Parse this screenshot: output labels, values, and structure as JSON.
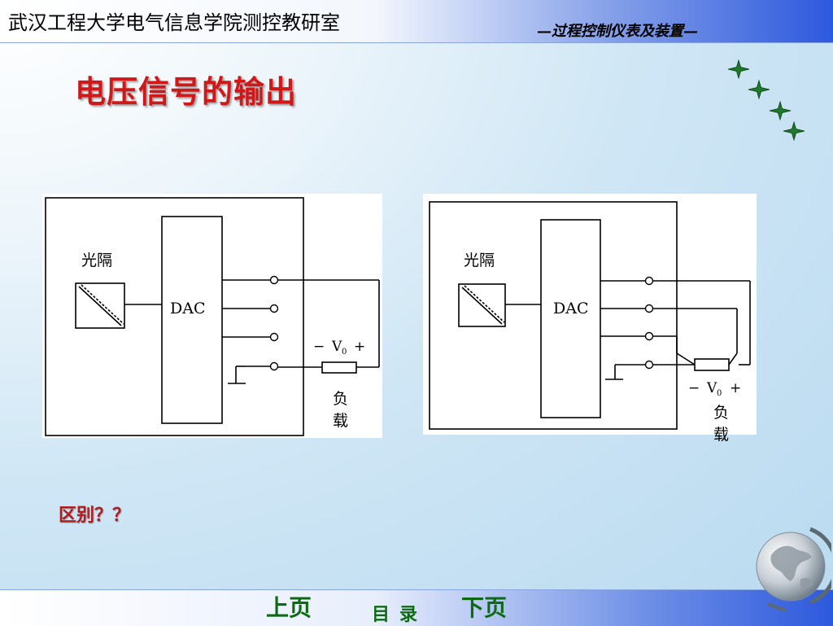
{
  "header": {
    "institution": "武汉工程大学电气信息学院测控教研室",
    "course": "—过程控制仪表及装置—"
  },
  "slide": {
    "title": "电压信号的输出",
    "question": "区别？？"
  },
  "diagram_left": {
    "isolator_label": "光隔",
    "dac_label": "DAC",
    "voltage_minus": "−",
    "voltage_symbol": "V",
    "voltage_subscript": "0",
    "voltage_plus": "+",
    "load_char1": "负",
    "load_char2": "载"
  },
  "diagram_right": {
    "isolator_label": "光隔",
    "dac_label": "DAC",
    "voltage_minus": "−",
    "voltage_symbol": "V",
    "voltage_subscript": "0",
    "voltage_plus": "+",
    "load_char1": "负",
    "load_char2": "载"
  },
  "nav": {
    "prev": "上页",
    "toc": "目录",
    "next": "下页"
  },
  "icons": {
    "decoration": "sparkle-star-icon",
    "logo": "globe-icon"
  },
  "colors": {
    "title": "#d01818",
    "nav": "#0c6b12",
    "bar_accent": "#2d59dd"
  }
}
